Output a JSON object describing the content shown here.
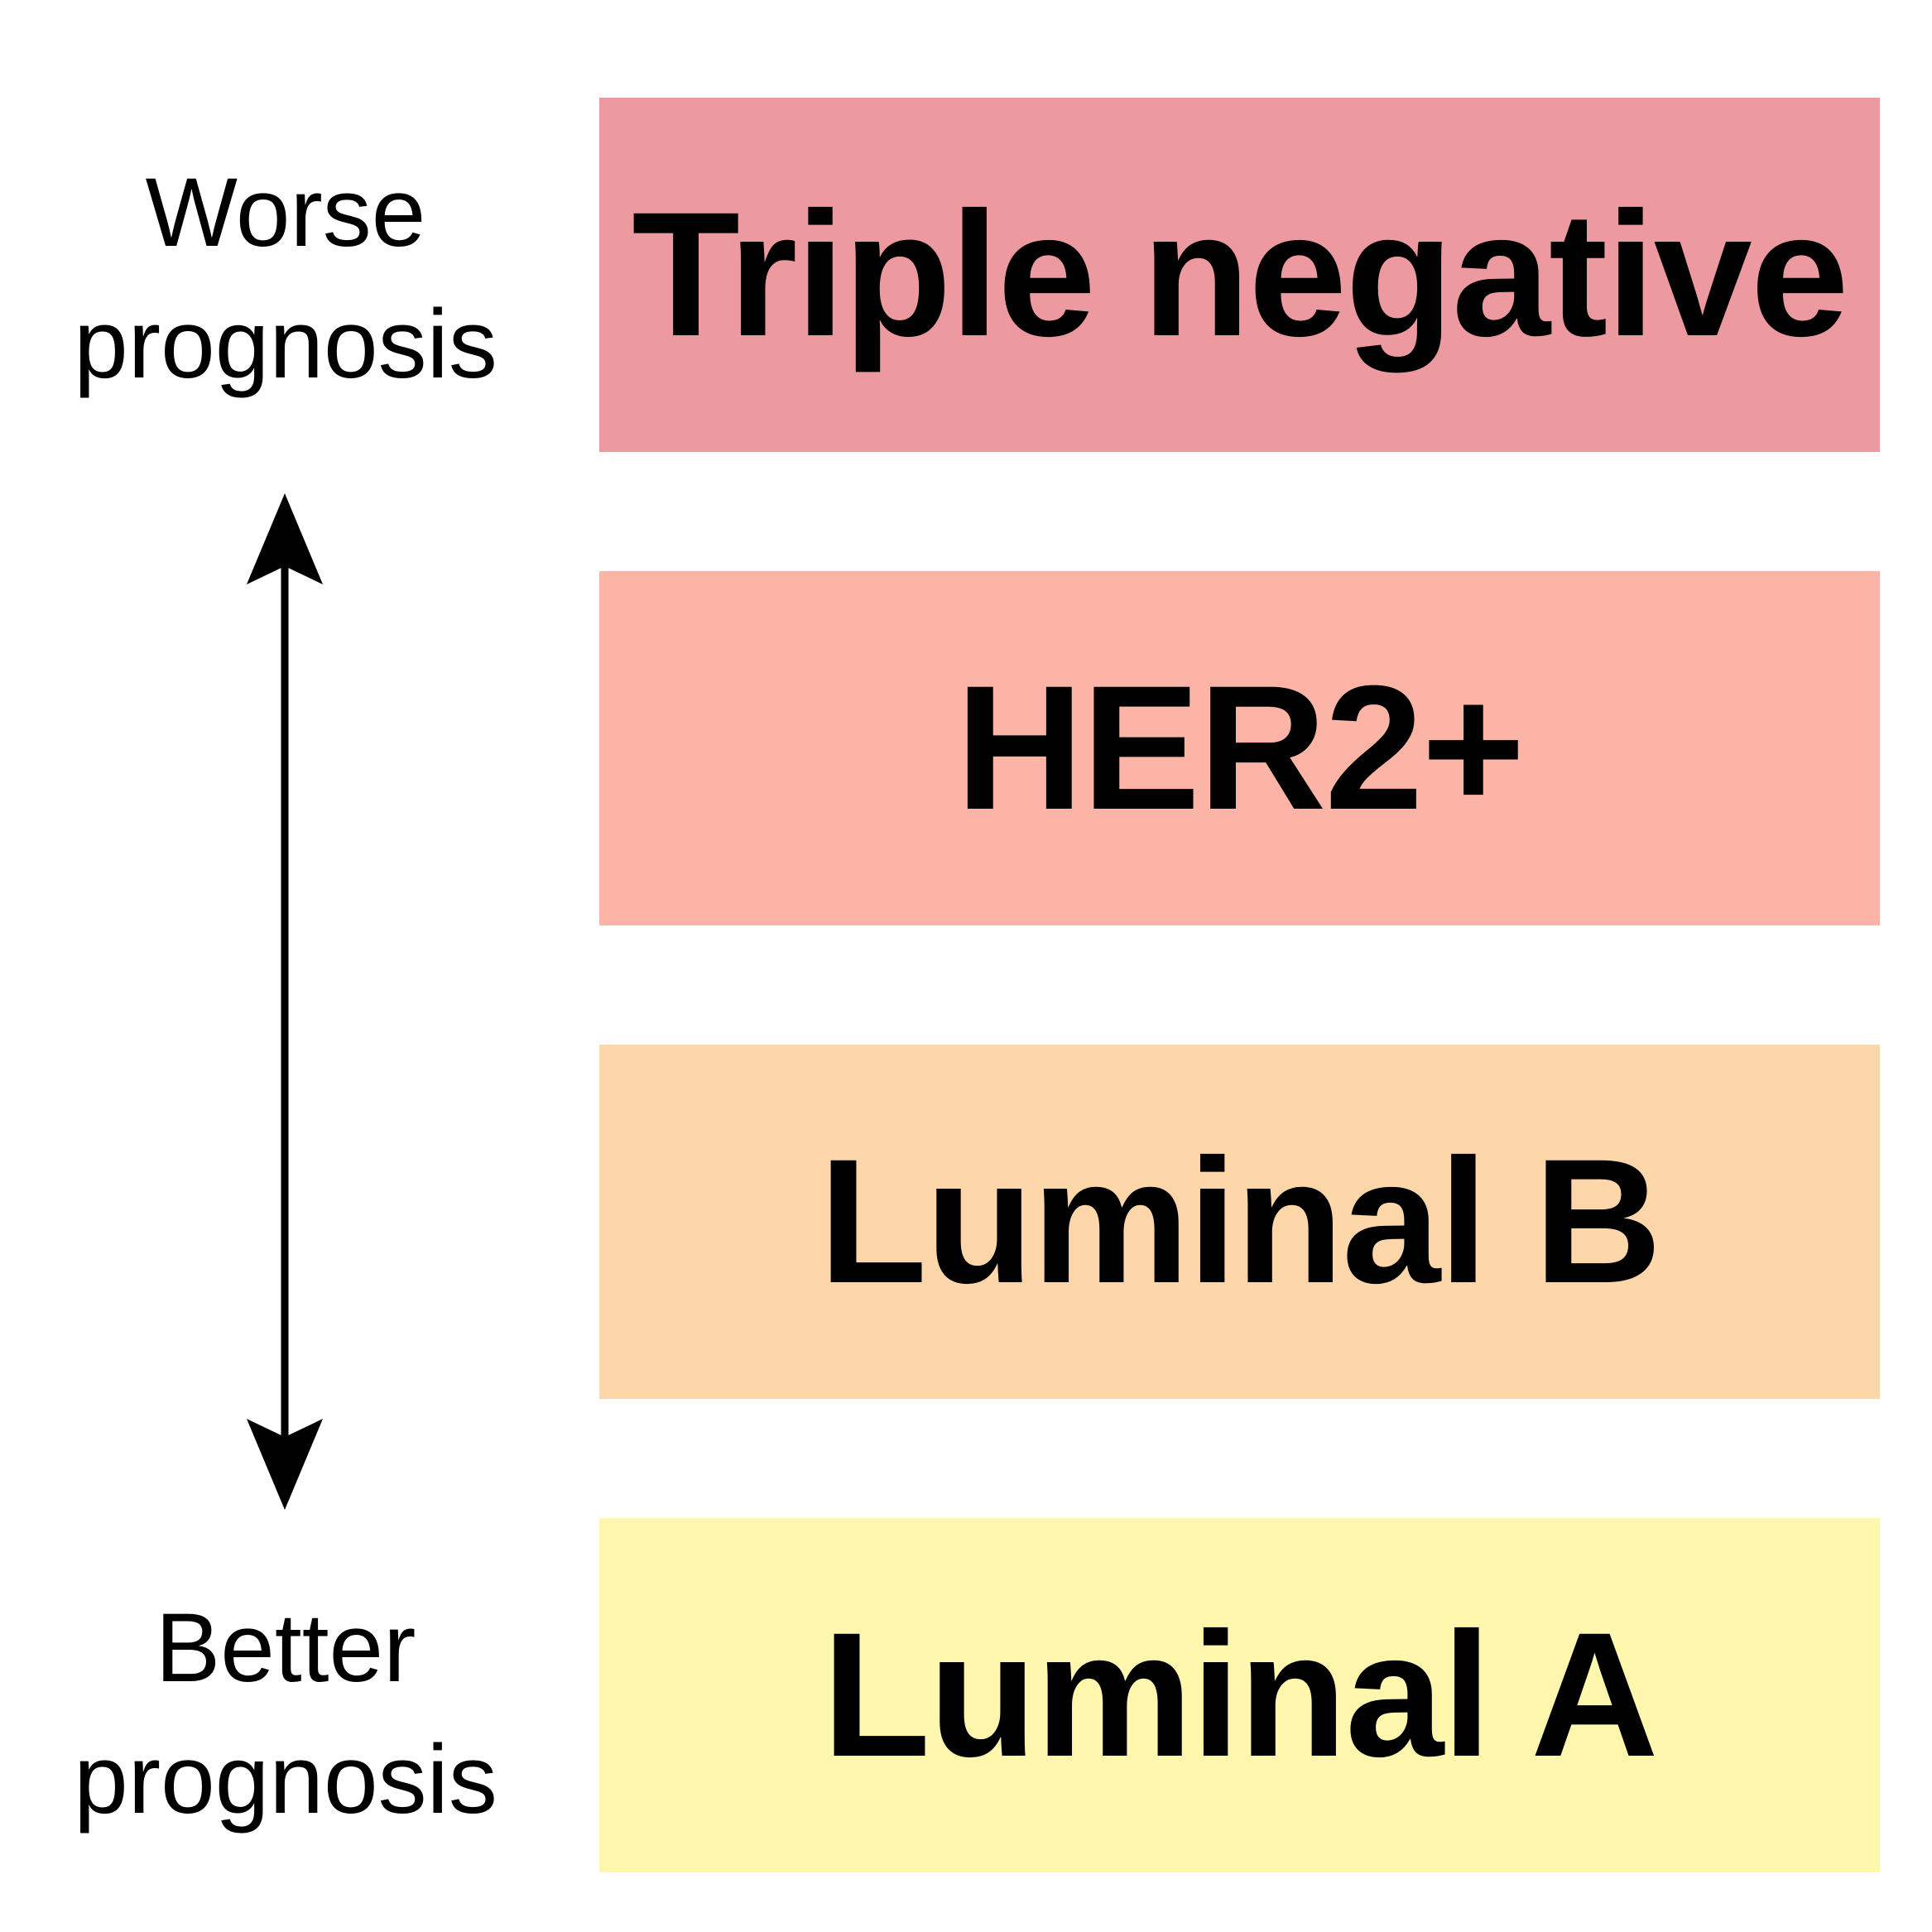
{
  "prognosis_scale": {
    "top_label": "Worse\nprognosis",
    "bottom_label": "Better\nprognosis"
  },
  "subtypes": [
    {
      "label": "Triple negative",
      "color": "#EC9A9F"
    },
    {
      "label": "HER2+",
      "color": "#FCB4A6"
    },
    {
      "label": "Luminal B",
      "color": "#FDD6AA"
    },
    {
      "label": "Luminal A",
      "color": "#FEF7AD"
    }
  ]
}
